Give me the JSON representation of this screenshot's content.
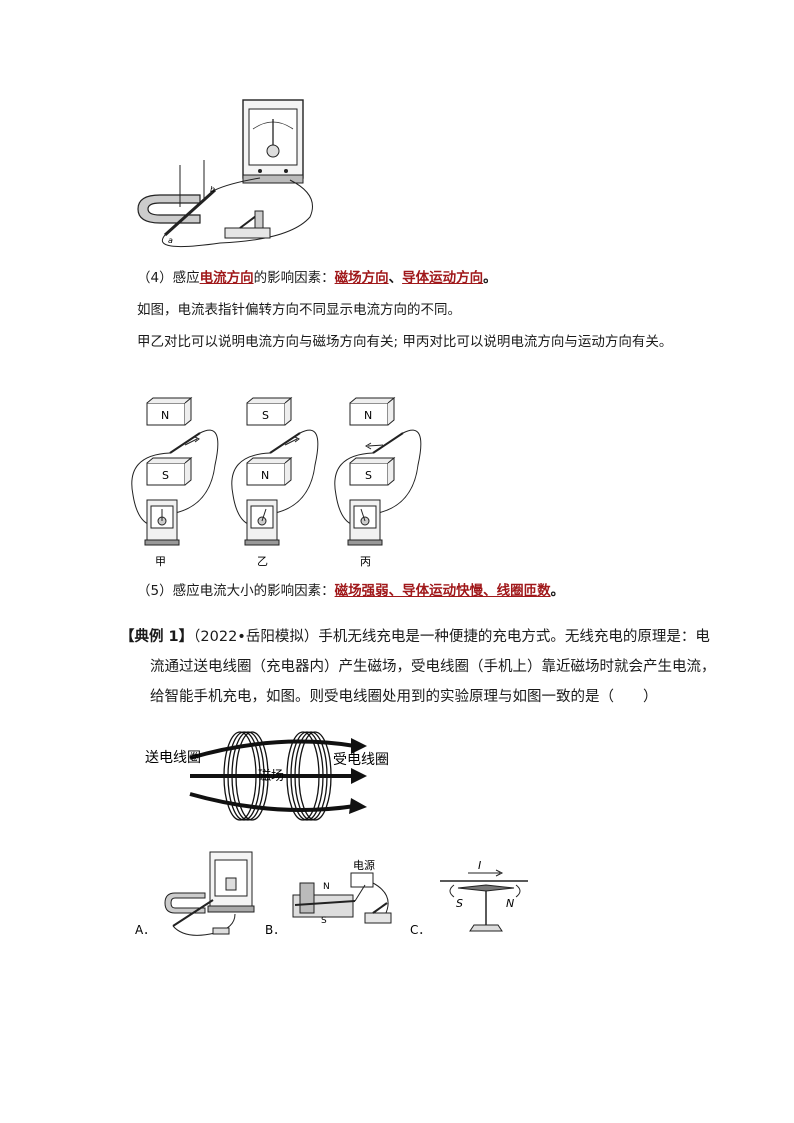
{
  "section4": {
    "prefix": "（4）感应",
    "term": "电流方向",
    "mid": "的影响因素：",
    "factor1": "磁场方向",
    "sep": "、",
    "factor2": "导体运动方向",
    "end": "。"
  },
  "para1": "如图，电流表指针偏转方向不同显示电流方向的不同。",
  "para2": "甲乙对比可以说明电流方向与磁场方向有关; 甲丙对比可以说明电流方向与运动方向有关。",
  "setups": [
    {
      "top_pole": "N",
      "bottom_pole": "S",
      "caption": "甲"
    },
    {
      "top_pole": "S",
      "bottom_pole": "N",
      "caption": "乙"
    },
    {
      "top_pole": "N",
      "bottom_pole": "S",
      "caption": "丙"
    }
  ],
  "section5": {
    "prefix": "（5）感应电流大小的影响因素：",
    "factors": "磁场强弱、导体运动快慢、线圈匝数",
    "end": "。"
  },
  "example": {
    "tag": "【典例 1】",
    "source": "（2022•岳阳模拟）",
    "line1": "手机无线充电是一种便捷的充电方式。无线充电的原理是：电",
    "line2": "流通过送电线圈（充电器内）产生磁场，受电线圈（手机上）靠近磁场时就会产生电流，",
    "line3": "给智能手机充电，如图。则受电线圈处用到的实验原理与如图一致的是（　　）"
  },
  "coil_figure": {
    "left_label": "送电线圈",
    "center_label": "磁场",
    "right_label": "受电线圈"
  },
  "options": [
    {
      "letter": "A．"
    },
    {
      "letter": "B．",
      "source_label": "电源",
      "pole_n": "N",
      "pole_s": "S"
    },
    {
      "letter": "C．",
      "current_label": "I",
      "pole_s": "S",
      "pole_n": "N"
    }
  ],
  "figure_letters": {
    "a": "a",
    "b": "b"
  }
}
